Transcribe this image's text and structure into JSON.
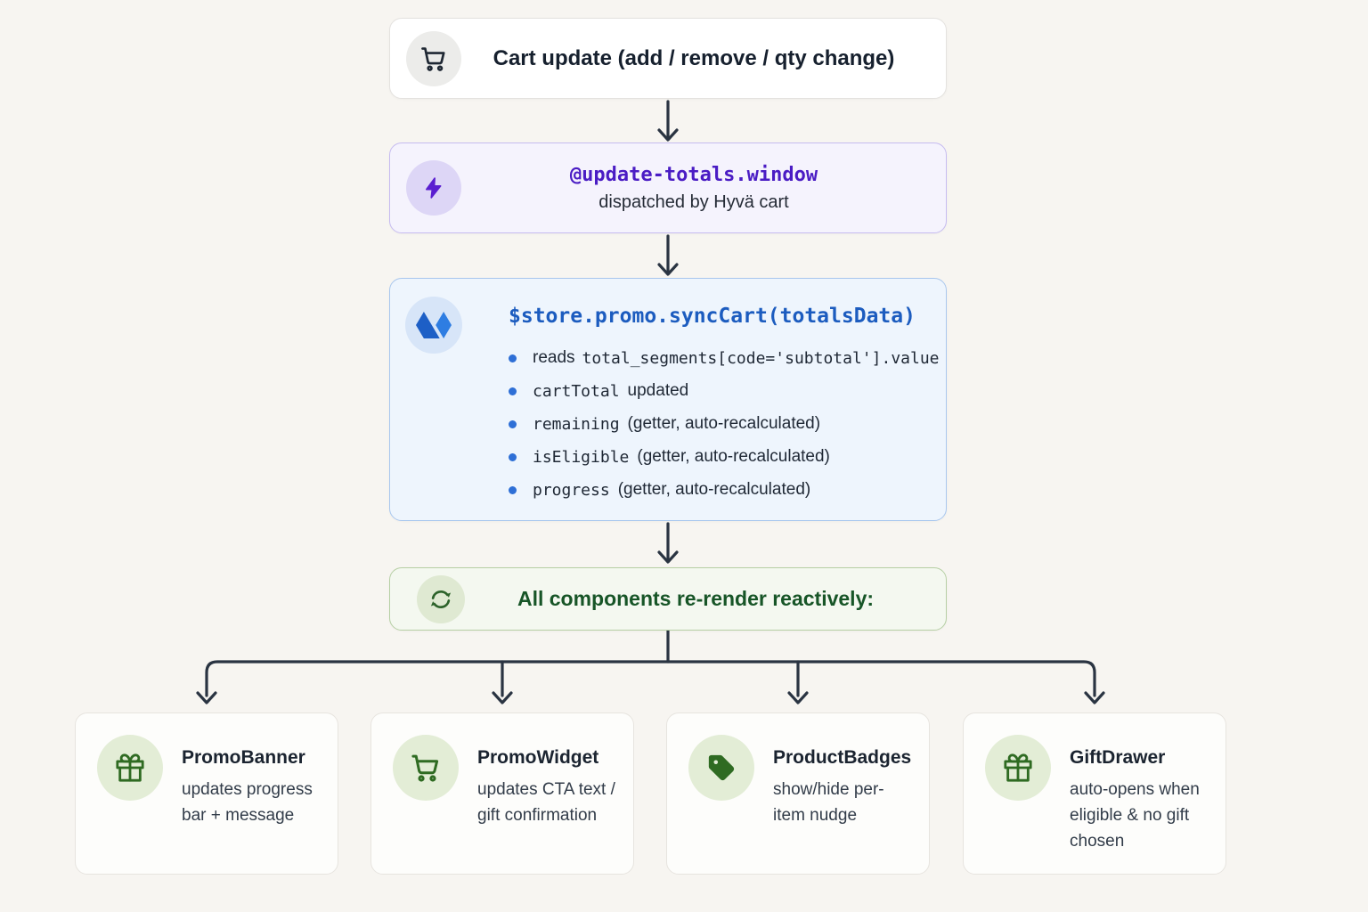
{
  "steps": {
    "cart_update": {
      "title": "Cart update (add / remove / qty change)"
    },
    "event": {
      "title": "@update-totals.window",
      "subtitle": "dispatched by Hyvä cart"
    },
    "sync": {
      "title": "$store.promo.syncCart(totalsData)",
      "bullets": [
        {
          "pre": "reads",
          "code": "total_segments[code='subtotal'].value",
          "post": ""
        },
        {
          "pre": "",
          "code": "cartTotal",
          "post": "updated"
        },
        {
          "pre": "",
          "code": "remaining",
          "post": "(getter, auto-recalculated)"
        },
        {
          "pre": "",
          "code": "isEligible",
          "post": "(getter, auto-recalculated)"
        },
        {
          "pre": "",
          "code": "progress",
          "post": "(getter, auto-recalculated)"
        }
      ]
    },
    "rerender": {
      "title": "All components re-render reactively:"
    }
  },
  "components": [
    {
      "name": "PromoBanner",
      "description": "updates progress bar + message",
      "icon": "gift-icon"
    },
    {
      "name": "PromoWidget",
      "description": "updates CTA text / gift confirmation",
      "icon": "cart-icon"
    },
    {
      "name": "ProductBadges",
      "description": "show/hide per-item nudge",
      "icon": "tag-icon"
    },
    {
      "name": "GiftDrawer",
      "description": "auto-opens when eligible & no gift chosen",
      "icon": "gift-icon"
    }
  ],
  "colors": {
    "background": "#f7f5f1",
    "arrow": "#2a3442",
    "accent_purple": "#4a1cc4",
    "accent_blue": "#1c5cbf",
    "accent_green": "#175527",
    "bullet_dot": "#2e6fd6",
    "card_icon_green": "#2f6b22"
  }
}
